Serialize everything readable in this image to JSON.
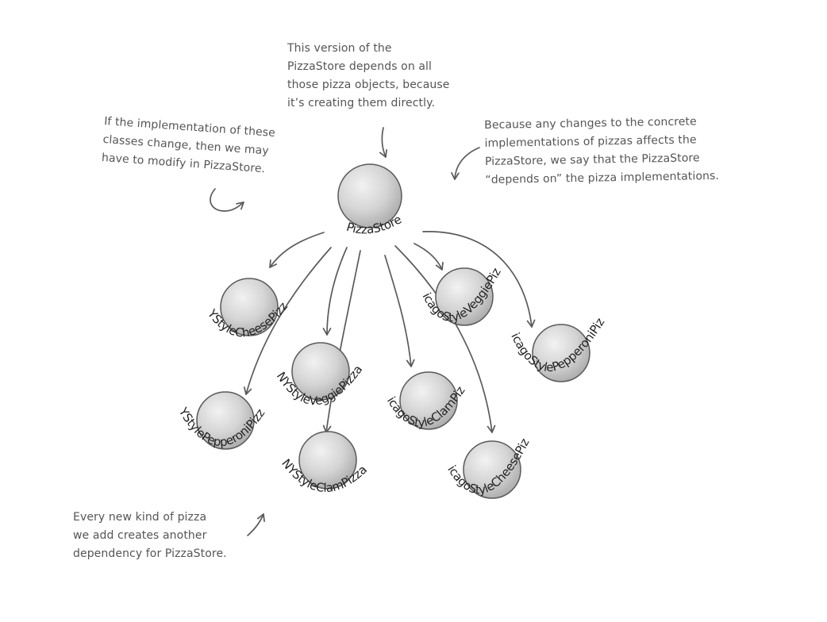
{
  "notes": {
    "top": "This version of the\nPizzaStore depends on all\nthose pizza objects, because\nit’s creating them directly.",
    "left": "If the implementation of these\nclasses change, then we may\nhave to modify in PizzaStore.",
    "right": "Because any changes to the concrete\nimplementations of pizzas affects the\nPizzaStore, we say that the PizzaStore\n“depends on” the pizza implementations.",
    "bottom": "Every new kind of pizza\nwe add creates another\ndependency for PizzaStore."
  },
  "nodes": {
    "store": "PizzaStore",
    "ny_cheese": "NYStyleCheesePizza",
    "ny_veggie": "NYStyleVeggiePizza",
    "ny_pepperoni": "NYStylePepperoniPizza",
    "ny_clam": "NYStyleClamPizza",
    "chicago_veggie": "ChicagoStyleVeggiePizza",
    "chicago_clam": "ChicagoStyleClamPizza",
    "chicago_pepperoni": "ChicagoStylePepperoniPizza",
    "chicago_cheese": "ChicagoStyleCheesePizza"
  }
}
